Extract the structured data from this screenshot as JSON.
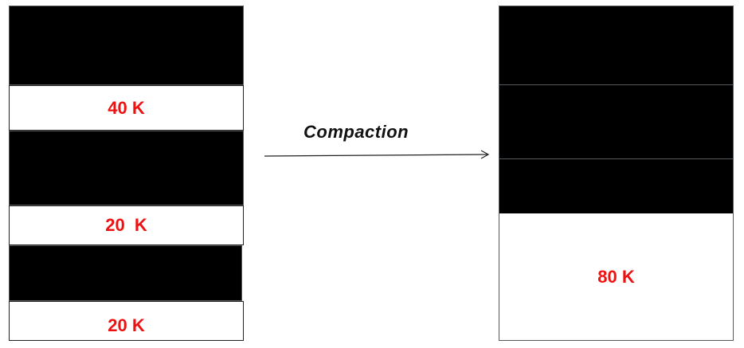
{
  "before": {
    "free_blocks": [
      {
        "label": "40 K"
      },
      {
        "label": "20  K"
      },
      {
        "label": "20 K"
      }
    ]
  },
  "transition": {
    "label": "Compaction"
  },
  "after": {
    "free_blocks": [
      {
        "label": "80 K"
      }
    ]
  },
  "colors": {
    "used_block": "#000000",
    "free_label": "#ee1111",
    "border": "#555a5e"
  }
}
